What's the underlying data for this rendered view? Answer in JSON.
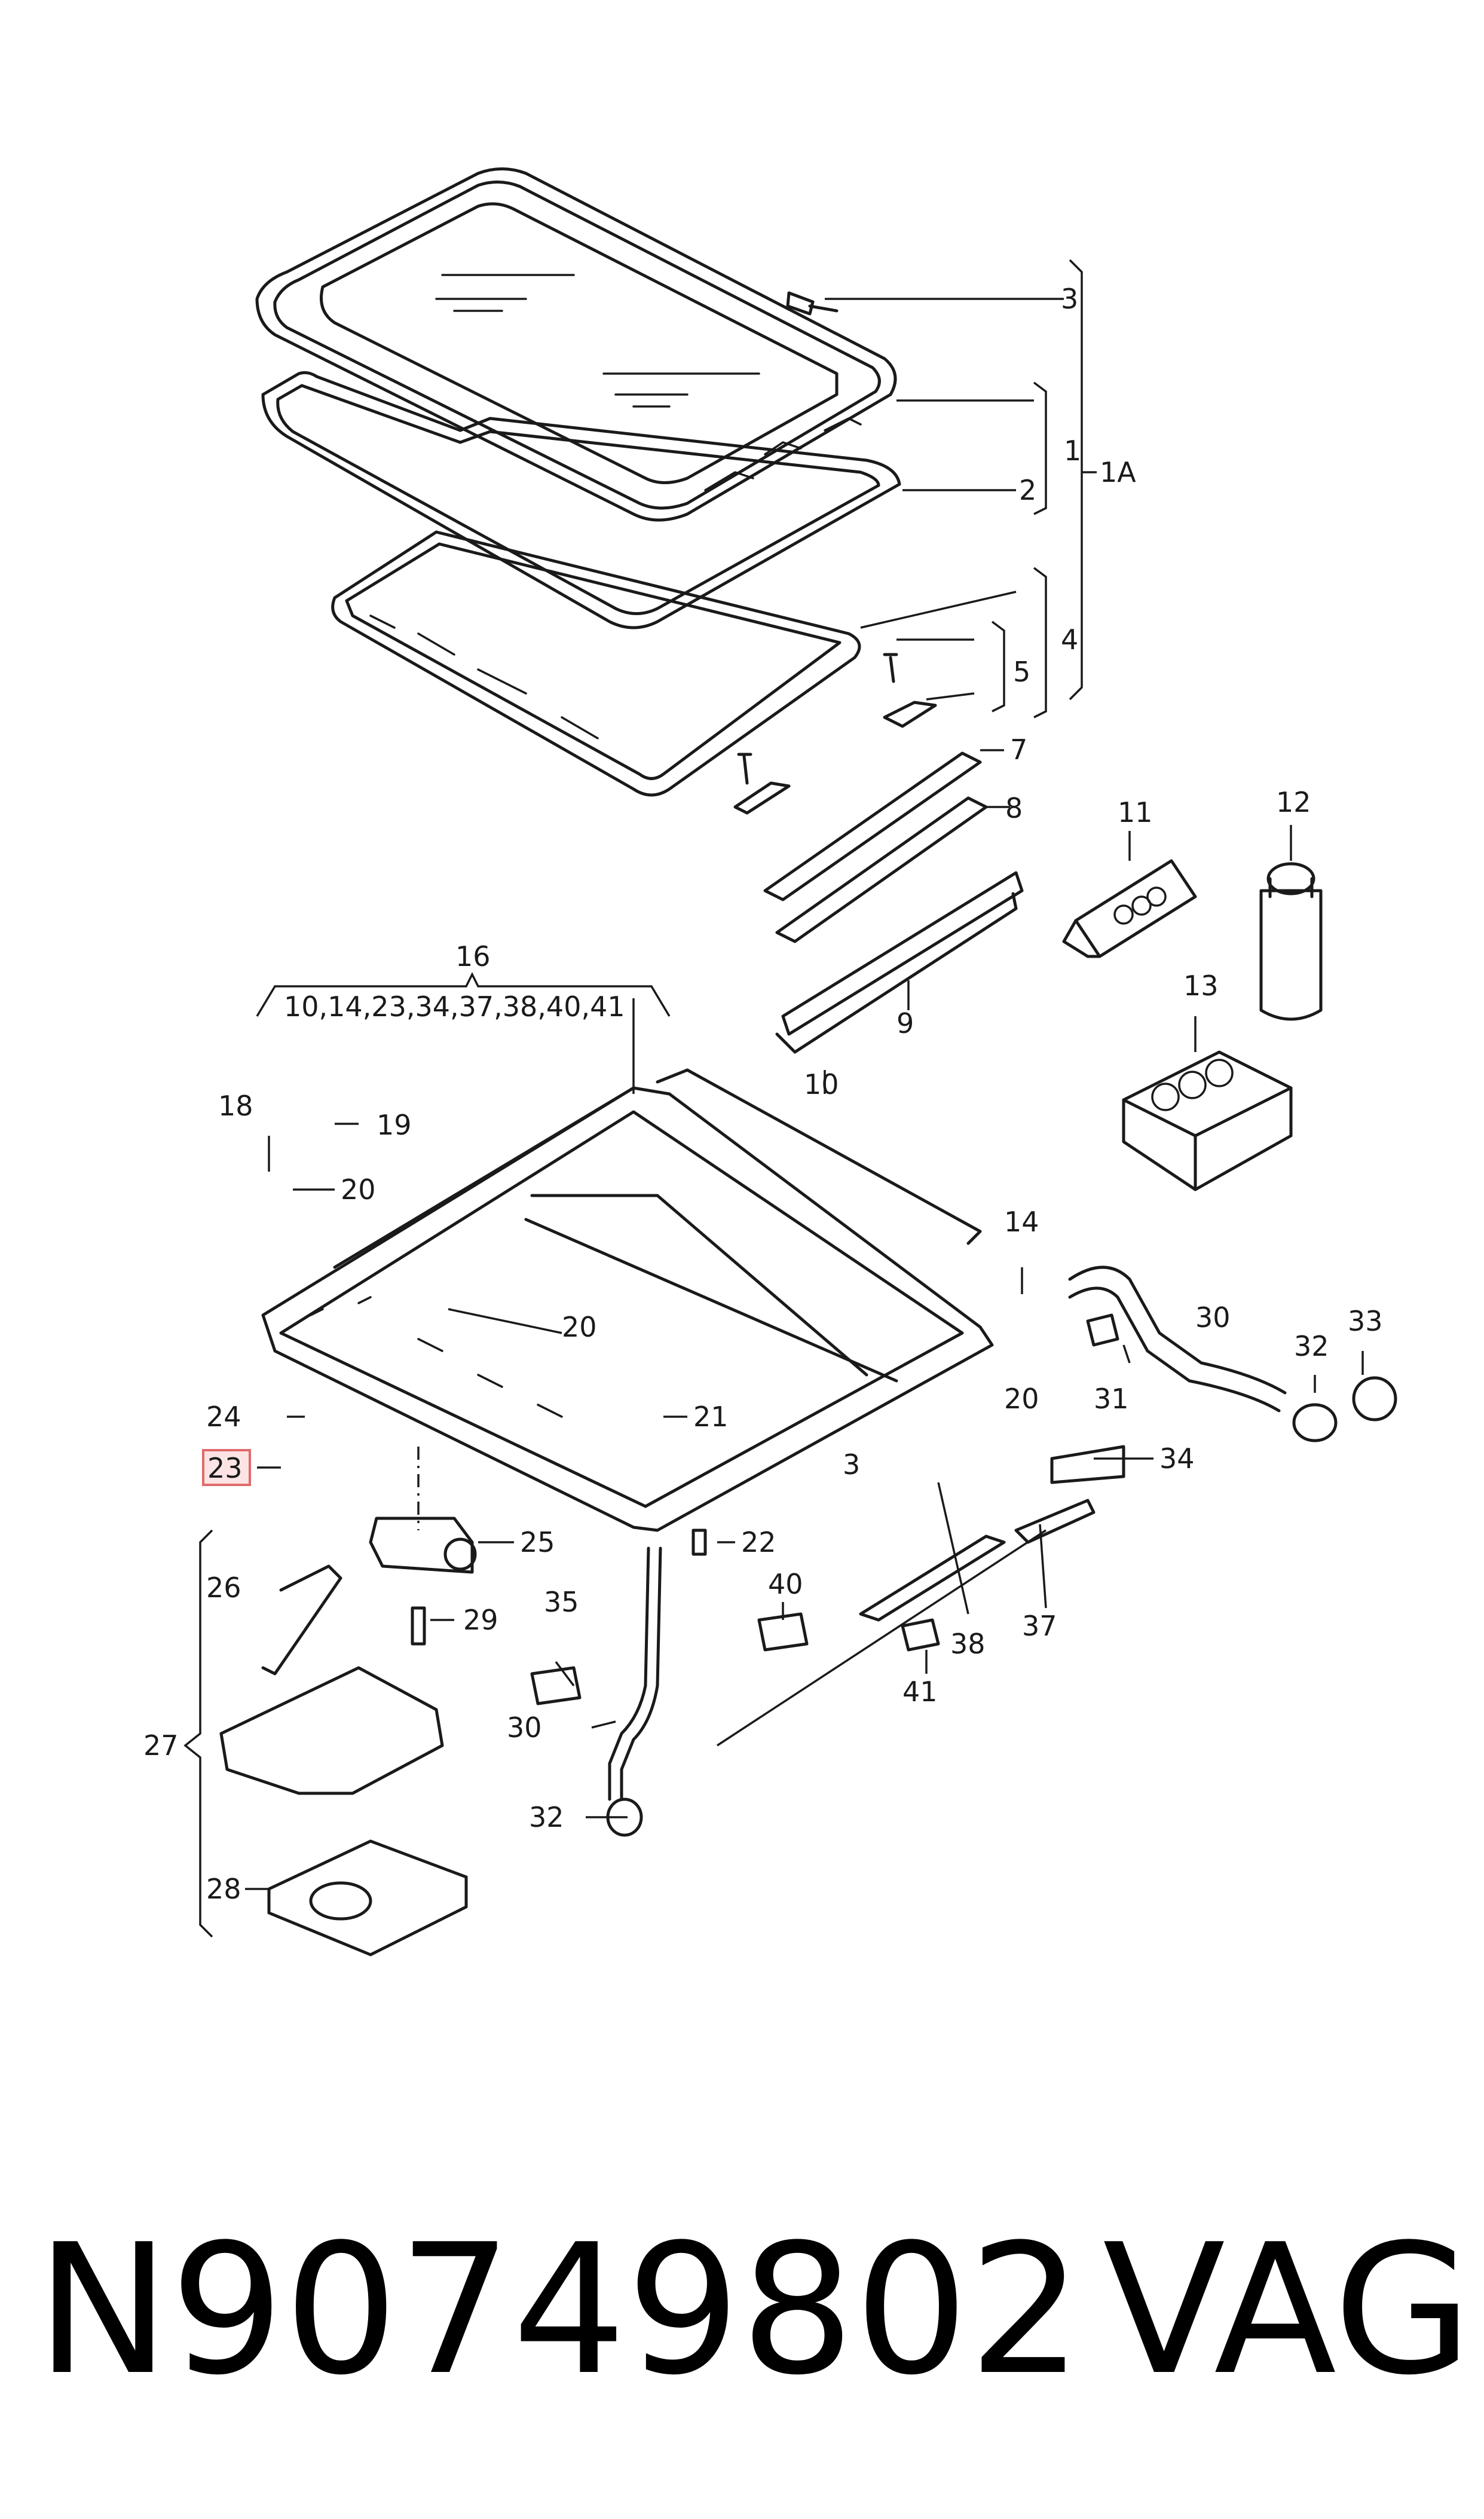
{
  "callouts": {
    "c1": "1",
    "c1A": "1A",
    "c2": "2",
    "c3a": "3",
    "c3b": "3",
    "c4": "4",
    "c5": "5",
    "c7": "7",
    "c8": "8",
    "c9": "9",
    "c10": "10",
    "c11": "11",
    "c12": "12",
    "c13": "13",
    "c14": "14",
    "c16": "16",
    "c16_sub": "10,14,23,34,37,38,40,41",
    "c18": "18",
    "c19": "19",
    "c20a": "20",
    "c20b": "20",
    "c20c": "20",
    "c21": "21",
    "c22": "22",
    "c23": "23",
    "c24": "24",
    "c25": "25",
    "c26": "26",
    "c27": "27",
    "c28": "28",
    "c29": "29",
    "c30a": "30",
    "c30b": "30",
    "c31": "31",
    "c32a": "32",
    "c32b": "32",
    "c33": "33",
    "c34": "34",
    "c35": "35",
    "c37": "37",
    "c38": "38",
    "c40": "40",
    "c41": "41"
  },
  "highlighted_callout": "23",
  "highlight_color": "#e06a6a",
  "footer": {
    "part_number": "N90749802",
    "brand": "VAG"
  }
}
